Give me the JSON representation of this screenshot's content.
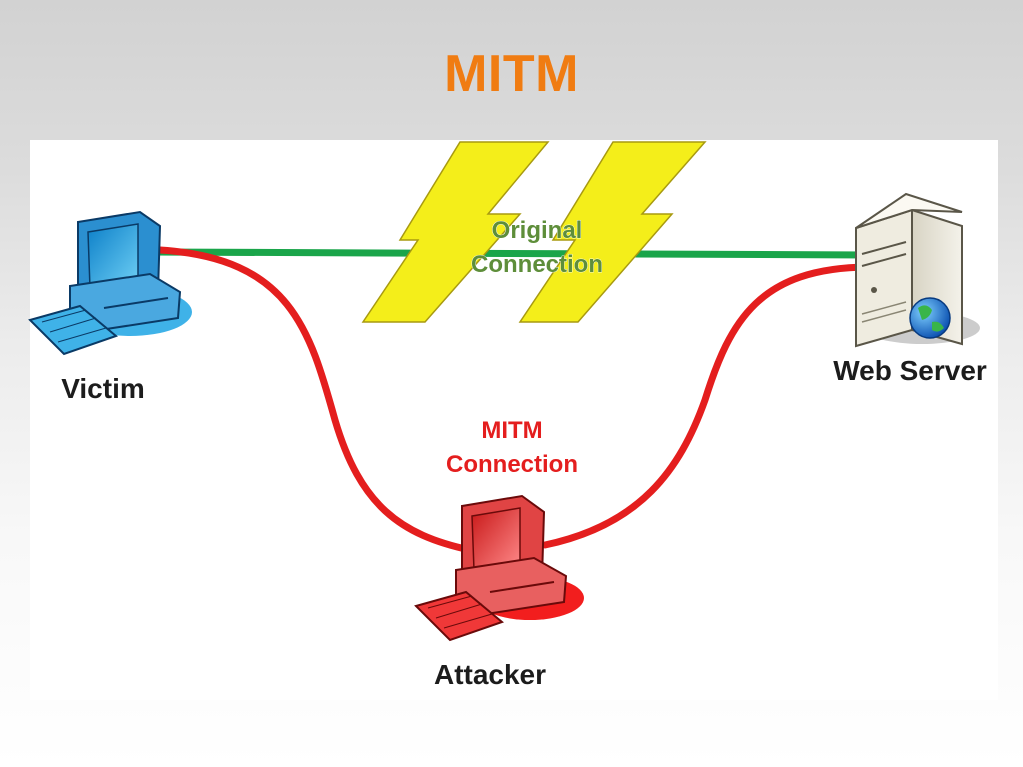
{
  "title": "MITM",
  "nodes": {
    "victim": "Victim",
    "web_server": "Web Server",
    "attacker": "Attacker"
  },
  "connections": {
    "original_line1": "Original",
    "original_line2": "Connection",
    "mitm_line1": "MITM",
    "mitm_line2": "Connection"
  },
  "colors": {
    "title": "#f07c12",
    "original_connection": "#1aa54a",
    "mitm_connection": "#e41e1e",
    "lightning": "#f4ee1a",
    "original_label": "#5e8e3a",
    "mitm_label": "#e41e1e"
  },
  "icons": {
    "victim": "computer-icon",
    "web_server": "server-icon",
    "attacker": "computer-icon",
    "break": "lightning-bolt-icon"
  }
}
